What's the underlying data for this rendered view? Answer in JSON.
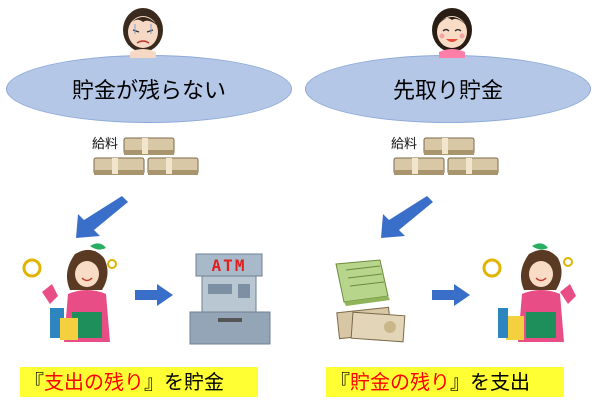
{
  "left": {
    "title": "貯金が残らない",
    "salary_label": "給料",
    "caption_open": "『",
    "caption_highlight": "支出の残り",
    "caption_close": "』を貯金",
    "atm_label": "ATM"
  },
  "right": {
    "title": "先取り貯金",
    "salary_label": "給料",
    "caption_open": "『",
    "caption_highlight": "貯金の残り",
    "caption_close": "』を支出"
  },
  "colors": {
    "ellipse_fill": "#b4c7e7",
    "arrow_blue": "#3a6fc9",
    "caption_bg": "#ffff33",
    "highlight_red": "#ff0000"
  }
}
